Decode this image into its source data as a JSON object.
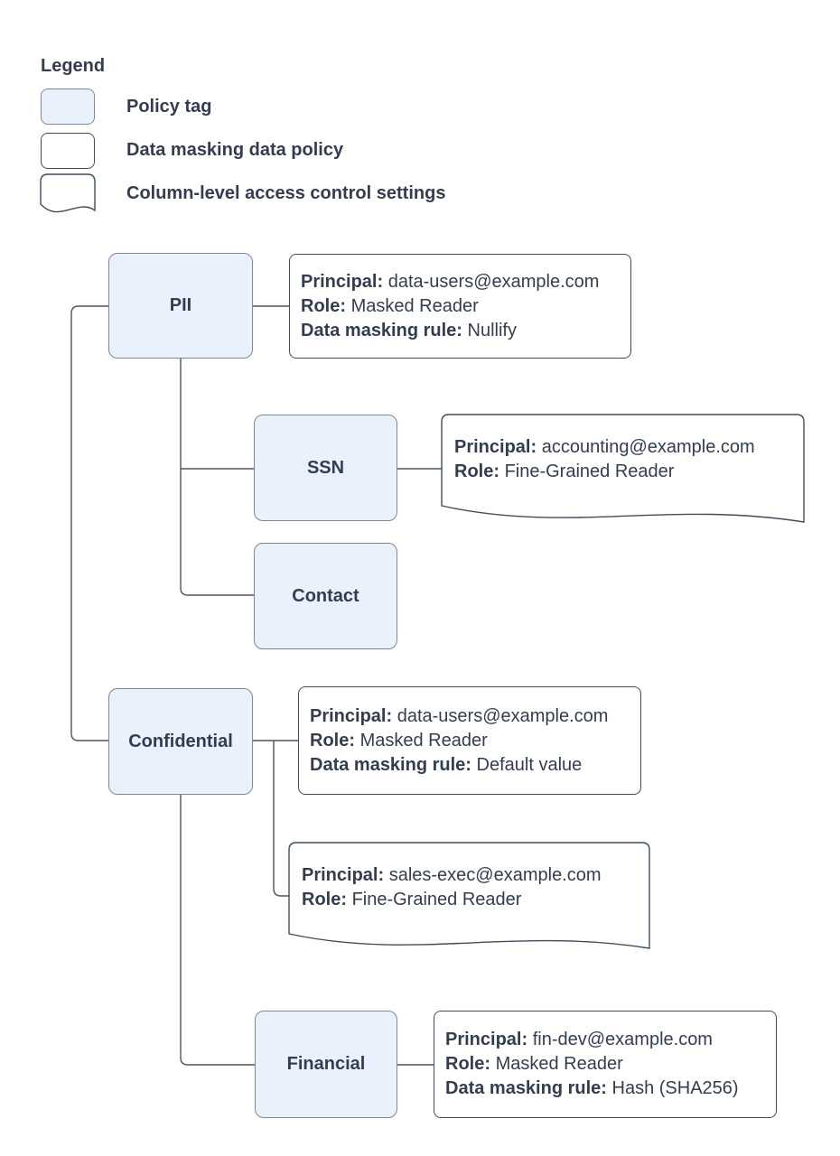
{
  "legend": {
    "title": "Legend",
    "items": [
      {
        "swatch": "policy-tag-swatch",
        "label": "Policy tag"
      },
      {
        "swatch": "data-masking-policy-swatch",
        "label": "Data masking data policy"
      },
      {
        "swatch": "column-access-swatch",
        "label": "Column-level access control settings"
      }
    ]
  },
  "diagram": {
    "nodes": {
      "pii": {
        "label": "PII"
      },
      "ssn": {
        "label": "SSN"
      },
      "contact": {
        "label": "Contact"
      },
      "confidential": {
        "label": "Confidential"
      },
      "financial": {
        "label": "Financial"
      }
    },
    "policies": {
      "pii_masking": {
        "principal_label": "Principal:",
        "principal": "data-users@example.com",
        "role_label": "Role:",
        "role": "Masked Reader",
        "rule_label": "Data masking rule:",
        "rule": "Nullify"
      },
      "ssn_access": {
        "principal_label": "Principal:",
        "principal": "accounting@example.com",
        "role_label": "Role:",
        "role": "Fine-Grained Reader"
      },
      "confidential_masking": {
        "principal_label": "Principal:",
        "principal": "data-users@example.com",
        "role_label": "Role:",
        "role": "Masked Reader",
        "rule_label": "Data masking rule:",
        "rule": "Default value"
      },
      "confidential_access": {
        "principal_label": "Principal:",
        "principal": "sales-exec@example.com",
        "role_label": "Role:",
        "role": "Fine-Grained Reader"
      },
      "financial_masking": {
        "principal_label": "Principal:",
        "principal": "fin-dev@example.com",
        "role_label": "Role:",
        "role": "Masked Reader",
        "rule_label": "Data masking rule:",
        "rule": "Hash (SHA256)"
      }
    }
  },
  "colors": {
    "policy_tag_fill": "#e9f1fc",
    "policy_tag_border": "#7e8899",
    "shape_border": "#3f4c5d",
    "connector": "#4d5561",
    "text": "#333d4e"
  }
}
